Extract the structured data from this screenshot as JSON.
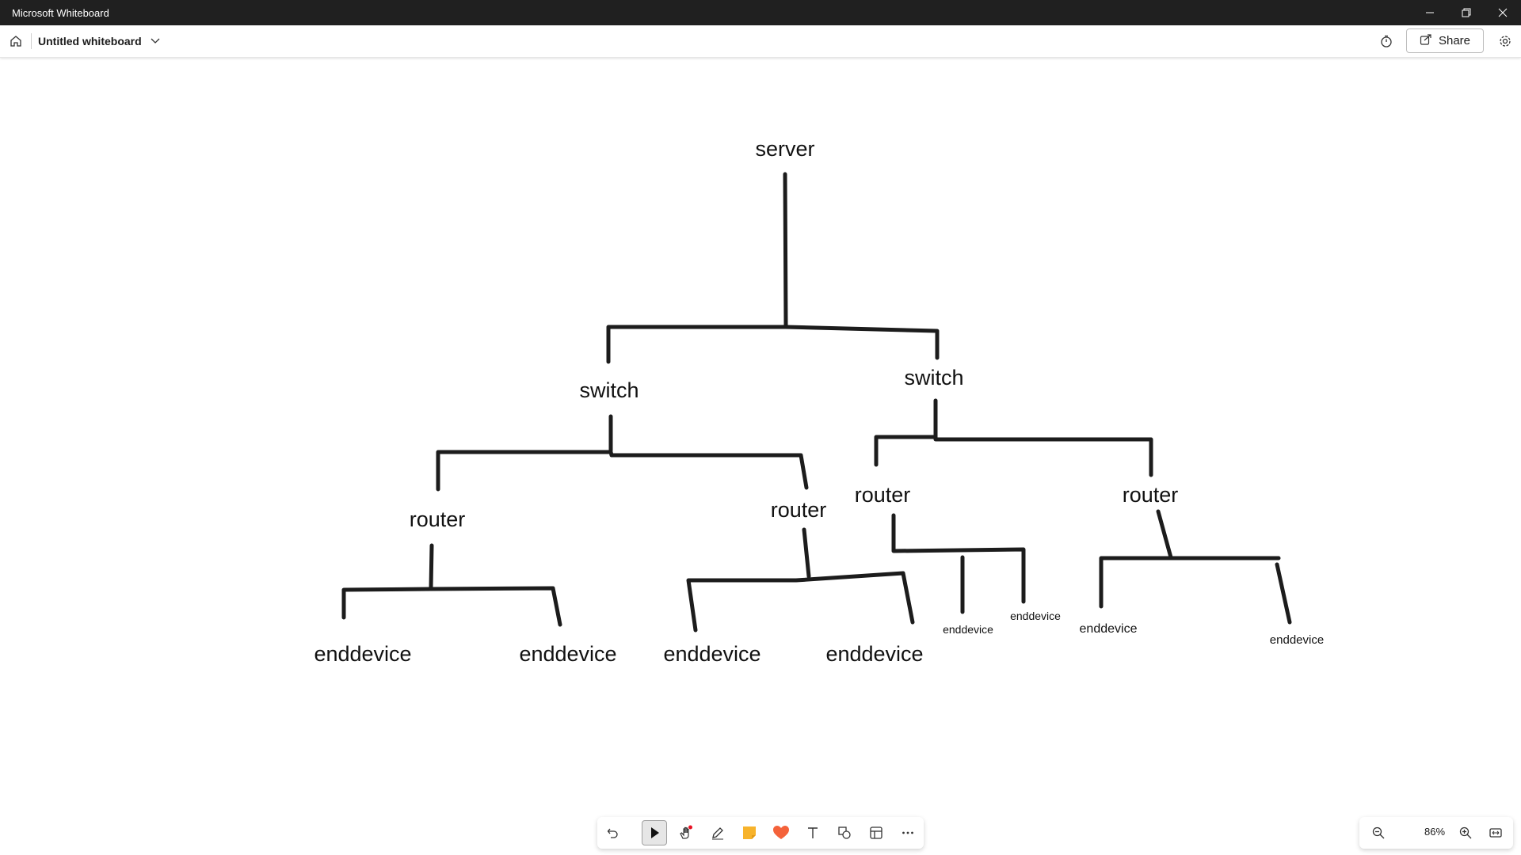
{
  "window": {
    "title": "Microsoft Whiteboard",
    "controls": [
      "minimize-icon",
      "restore-icon",
      "close-icon"
    ]
  },
  "header": {
    "board_name": "Untitled whiteboard",
    "share_label": "Share",
    "icons": [
      "home-icon",
      "chevron-down-icon",
      "timer-icon",
      "share-icon",
      "settings-icon"
    ]
  },
  "diagram": {
    "server": "server",
    "switch_left": "switch",
    "switch_right": "switch",
    "router_1": "router",
    "router_2": "router",
    "router_3": "router",
    "router_4": "router",
    "enddevice_1": "enddevice",
    "enddevice_2": "enddevice",
    "enddevice_3": "enddevice",
    "enddevice_4": "enddevice",
    "enddevice_5": "enddevice",
    "enddevice_6": "enddevice",
    "enddevice_7": "enddevice",
    "enddevice_8": "enddevice"
  },
  "toolbar": {
    "tools": [
      "undo-icon",
      "select-icon",
      "hand-icon",
      "pen-icon",
      "sticky-note-icon",
      "reaction-heart-icon",
      "text-icon",
      "shapes-icon",
      "template-icon",
      "more-icon"
    ],
    "active_tool": "select-icon"
  },
  "zoom": {
    "value": "86%",
    "icons": [
      "zoom-out-icon",
      "zoom-in-icon",
      "fit-to-screen-icon"
    ]
  },
  "colors": {
    "titlebar": "#202020",
    "ink": "#1c1c1c",
    "sticky": "#f7b32b",
    "heart": "#f4623a",
    "notification_dot": "#e81123"
  }
}
